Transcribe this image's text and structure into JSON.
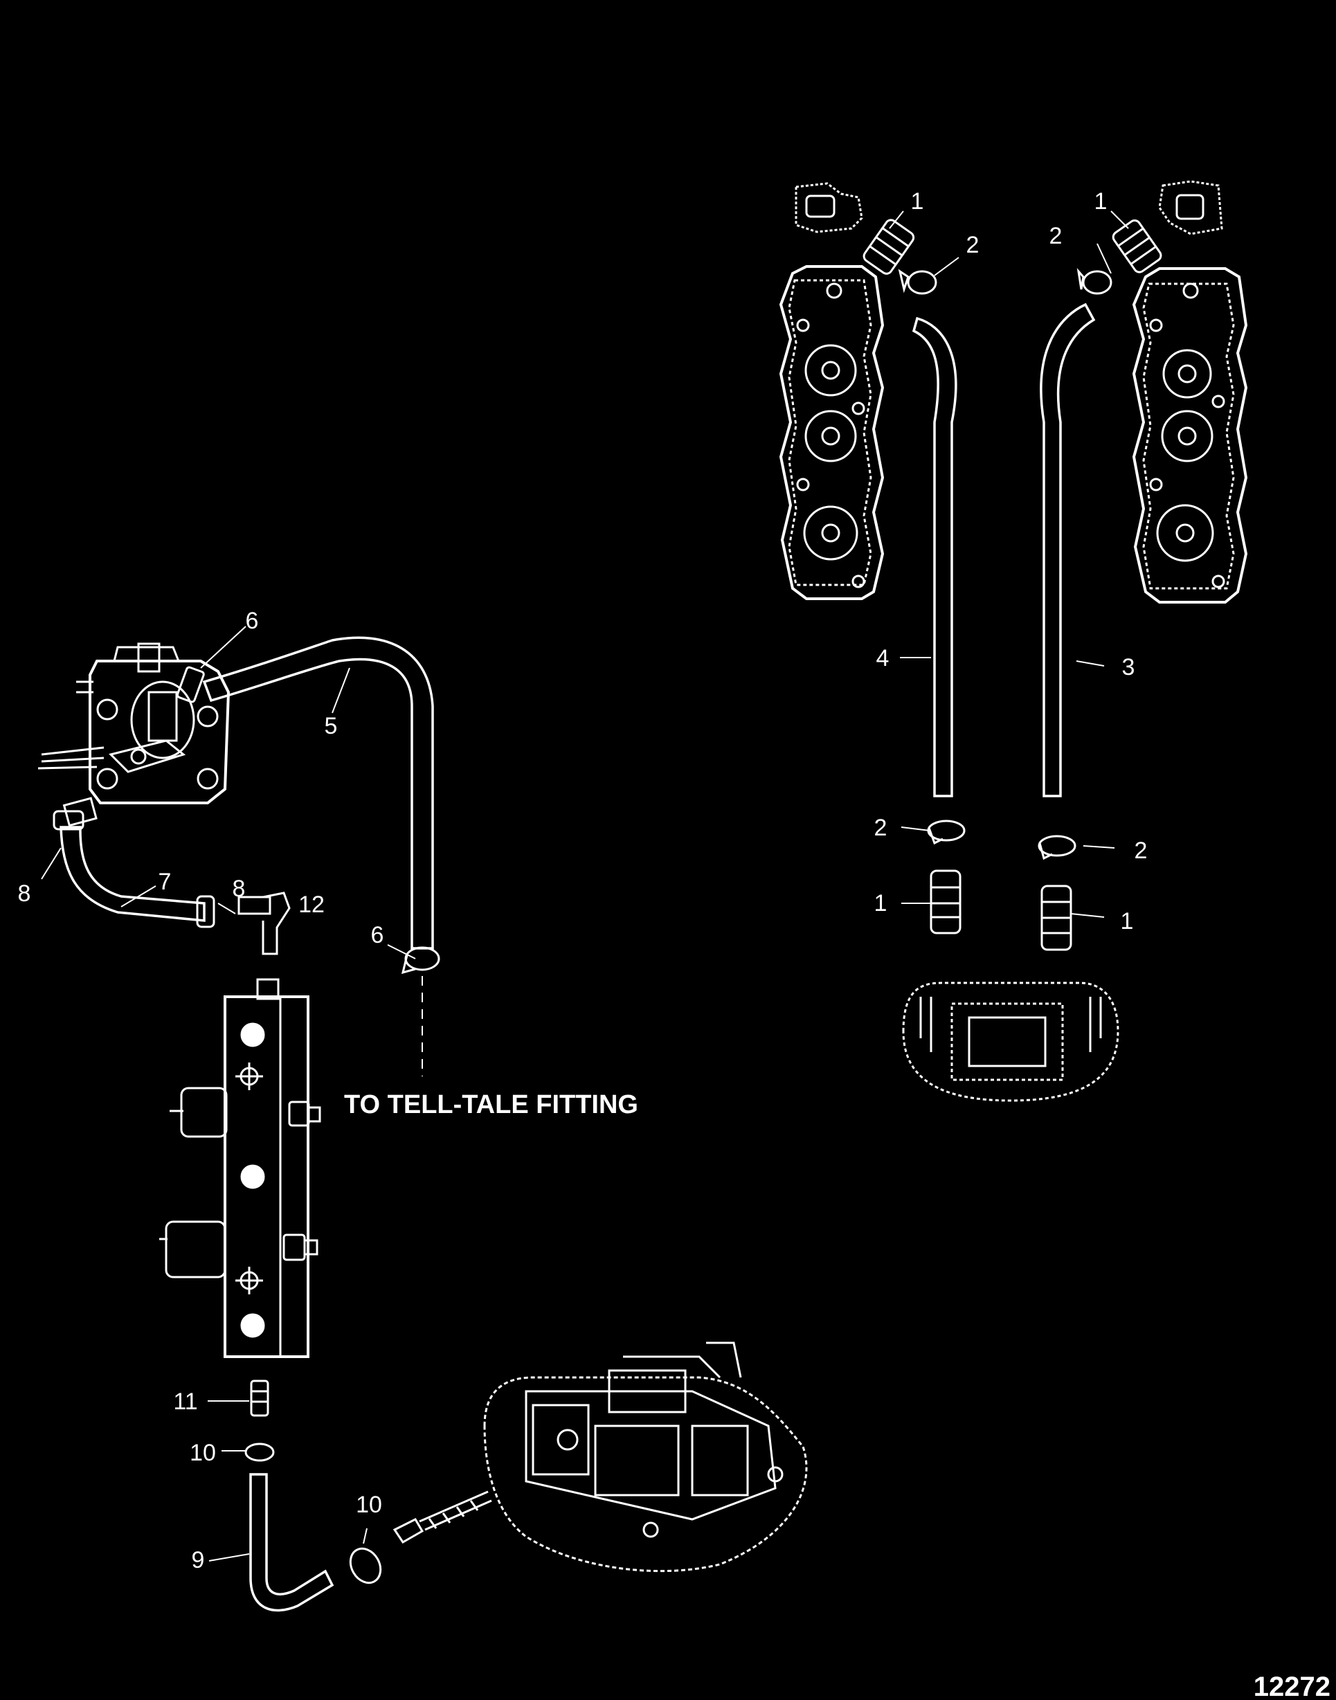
{
  "diagram": {
    "note": "TO TELL-TALE FITTING",
    "figure_number": "12272",
    "callouts": [
      {
        "id": "c1a",
        "label": "1"
      },
      {
        "id": "c2a",
        "label": "2"
      },
      {
        "id": "c1b",
        "label": "1"
      },
      {
        "id": "c2b",
        "label": "2"
      },
      {
        "id": "c4",
        "label": "4"
      },
      {
        "id": "c3",
        "label": "3"
      },
      {
        "id": "c2c",
        "label": "2"
      },
      {
        "id": "c2d",
        "label": "2"
      },
      {
        "id": "c1c",
        "label": "1"
      },
      {
        "id": "c1d",
        "label": "1"
      },
      {
        "id": "c6a",
        "label": "6"
      },
      {
        "id": "c5",
        "label": "5"
      },
      {
        "id": "c8a",
        "label": "8"
      },
      {
        "id": "c7",
        "label": "7"
      },
      {
        "id": "c8b",
        "label": "8"
      },
      {
        "id": "c12",
        "label": "12"
      },
      {
        "id": "c6b",
        "label": "6"
      },
      {
        "id": "c11",
        "label": "11"
      },
      {
        "id": "c10a",
        "label": "10"
      },
      {
        "id": "c10b",
        "label": "10"
      },
      {
        "id": "c9",
        "label": "9"
      }
    ]
  }
}
